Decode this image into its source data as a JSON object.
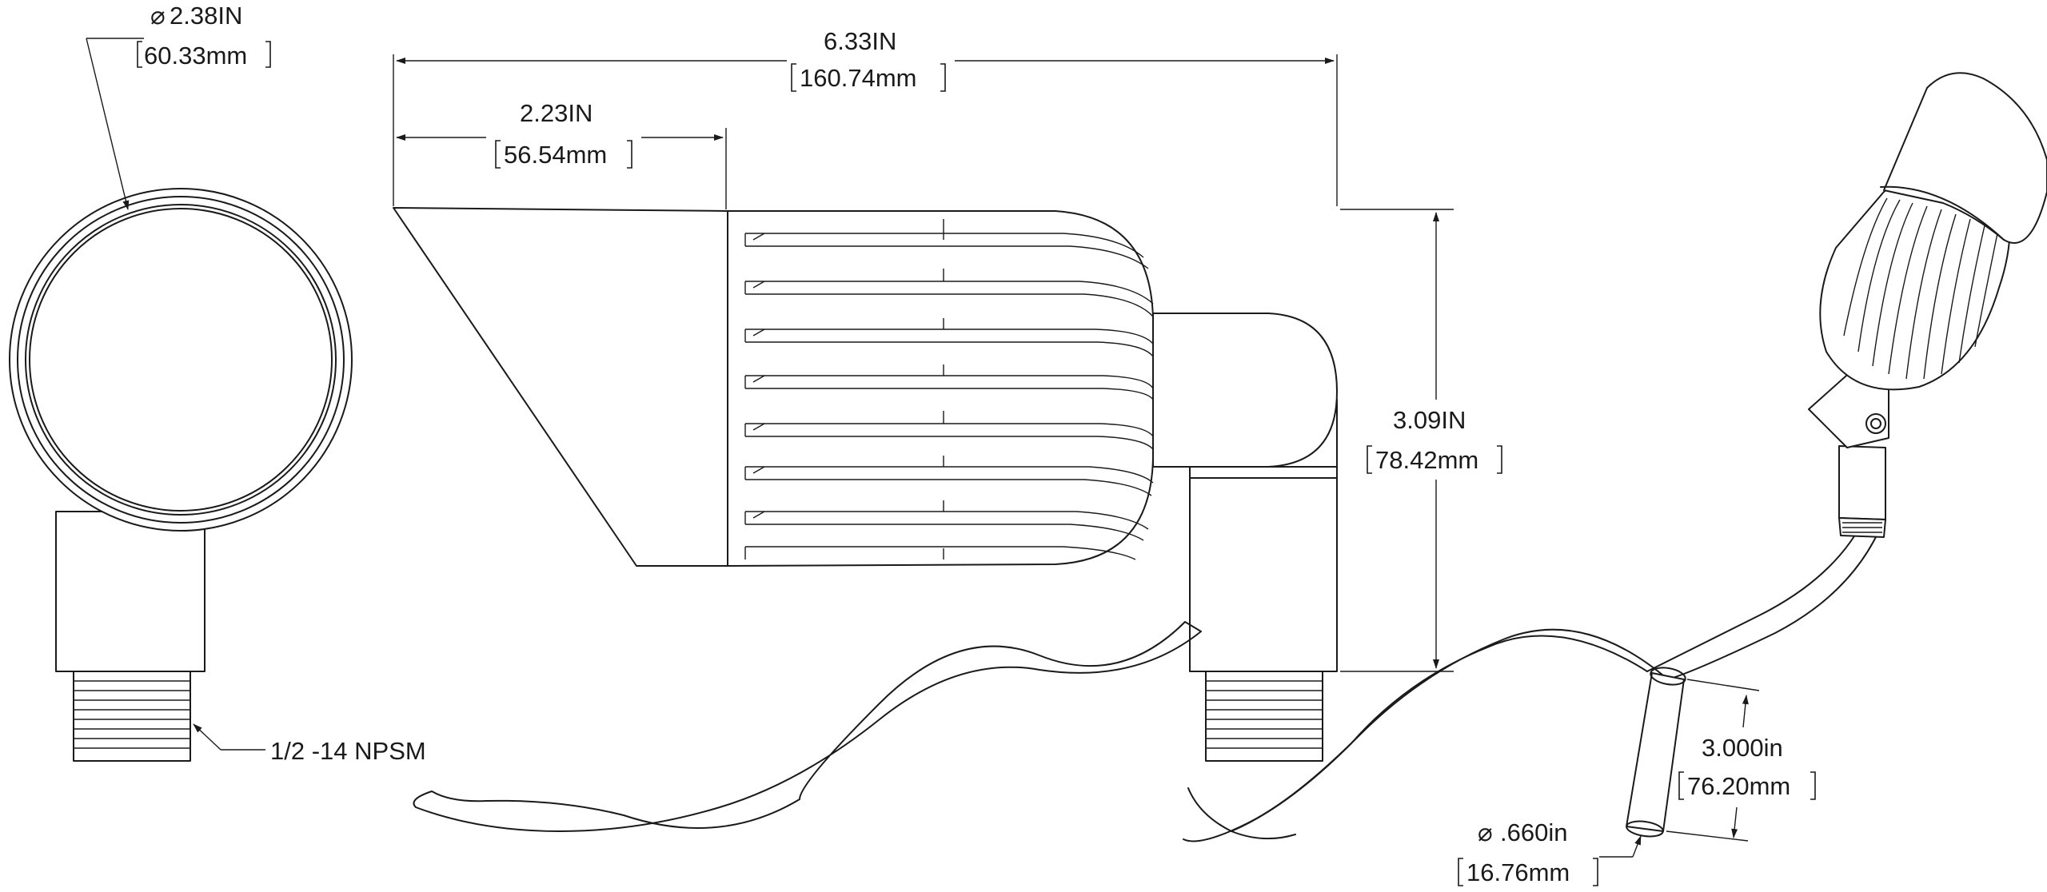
{
  "dimensions": {
    "diameter": {
      "symbol": "⌀",
      "value_in": "2.38IN",
      "value_mm": "60.33mm"
    },
    "overall_length": {
      "value_in": "6.33IN",
      "value_mm": "160.74mm"
    },
    "shroud_length": {
      "value_in": "2.23IN",
      "value_mm": "56.54mm"
    },
    "height": {
      "value_in": "3.09IN",
      "value_mm": "78.42mm"
    },
    "thread": {
      "label": "1/2 -14 NPSM"
    },
    "cable_length": {
      "value_in": "3.000in",
      "value_mm": "76.20mm"
    },
    "cable_diameter": {
      "symbol": "⌀",
      "value_in": ".660in",
      "value_mm": "16.76mm"
    }
  },
  "views": [
    "front-view",
    "side-view",
    "isometric-view"
  ]
}
